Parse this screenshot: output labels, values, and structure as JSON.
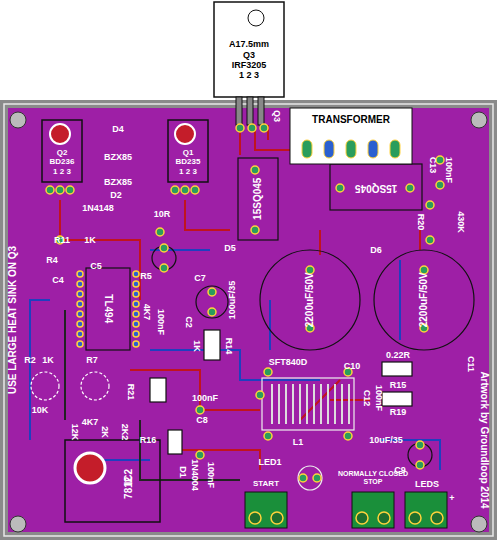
{
  "diagram": {
    "nodes": [
      {
        "text": [
          "A17.5mm",
          "Q3",
          "IRF3205",
          "1 2 3"
        ]
      },
      {
        "text": [
          "TRANSFORMER"
        ]
      },
      {
        "text": [
          "TL494"
        ]
      },
      {
        "text": [
          "IC2",
          "7812"
        ]
      },
      {
        "text": [
          "2200uF/50V"
        ]
      },
      {
        "text": [
          "2200uF/50V"
        ]
      },
      {
        "text": [
          "START"
        ]
      },
      {
        "text": [
          "NORMALLY CLOSED",
          "STOP"
        ]
      },
      {
        "text": [
          "LEDS"
        ]
      },
      {
        "text": [
          "Q2",
          "BD236",
          "1 2 3"
        ]
      },
      {
        "text": [
          "Q1",
          "BD235",
          "1 2 3"
        ]
      },
      {
        "text": [
          "15SQ045"
        ]
      },
      {
        "text": [
          "15SQ045"
        ]
      }
    ],
    "labels": [
      "Q3",
      "D4",
      "BZX85",
      "BZX85",
      "D2",
      "1N4148",
      "10R",
      "R11",
      "1K",
      "R4",
      "C4",
      "C5",
      "R5",
      "4K7",
      "C2",
      "100nF",
      "C7",
      "100uF/35",
      "R14",
      "1K",
      "R2",
      "1K",
      "R7",
      "10K",
      "R21",
      "4K7",
      "12K",
      "2K",
      "R16",
      "2K2",
      "100nF",
      "C8",
      "D1",
      "1N4004",
      "100nF",
      "LED1",
      "SFT840D",
      "L1",
      "C12",
      "100nF",
      "0.22R",
      "R15",
      "R19",
      "10uF/35",
      "C9",
      "C10",
      "C11",
      "C13",
      "100nF",
      "R20",
      "430K",
      "D5",
      "D6",
      "USE LARGE HEAT SINK ON Q3",
      "Artwork by Groundloop 2014",
      "+"
    ]
  }
}
